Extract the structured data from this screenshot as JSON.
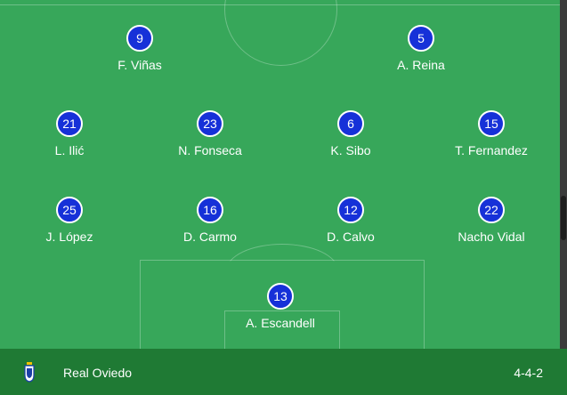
{
  "lineup": {
    "players": [
      {
        "number": "9",
        "name": "F. Viñas"
      },
      {
        "number": "5",
        "name": "A. Reina"
      },
      {
        "number": "21",
        "name": "L. Ilić"
      },
      {
        "number": "23",
        "name": "N. Fonseca"
      },
      {
        "number": "6",
        "name": "K. Sibo"
      },
      {
        "number": "15",
        "name": "T. Fernandez"
      },
      {
        "number": "25",
        "name": "J. López"
      },
      {
        "number": "16",
        "name": "D. Carmo"
      },
      {
        "number": "12",
        "name": "D. Calvo"
      },
      {
        "number": "22",
        "name": "Nacho Vidal"
      },
      {
        "number": "13",
        "name": "A. Escandell"
      }
    ]
  },
  "footer": {
    "team_name": "Real Oviedo",
    "formation": "4-4-2",
    "crest_icon": "team-crest-icon"
  },
  "colors": {
    "pitch": "#37a75a",
    "footer": "#1f7a34",
    "player_circle": "#1631d8"
  }
}
